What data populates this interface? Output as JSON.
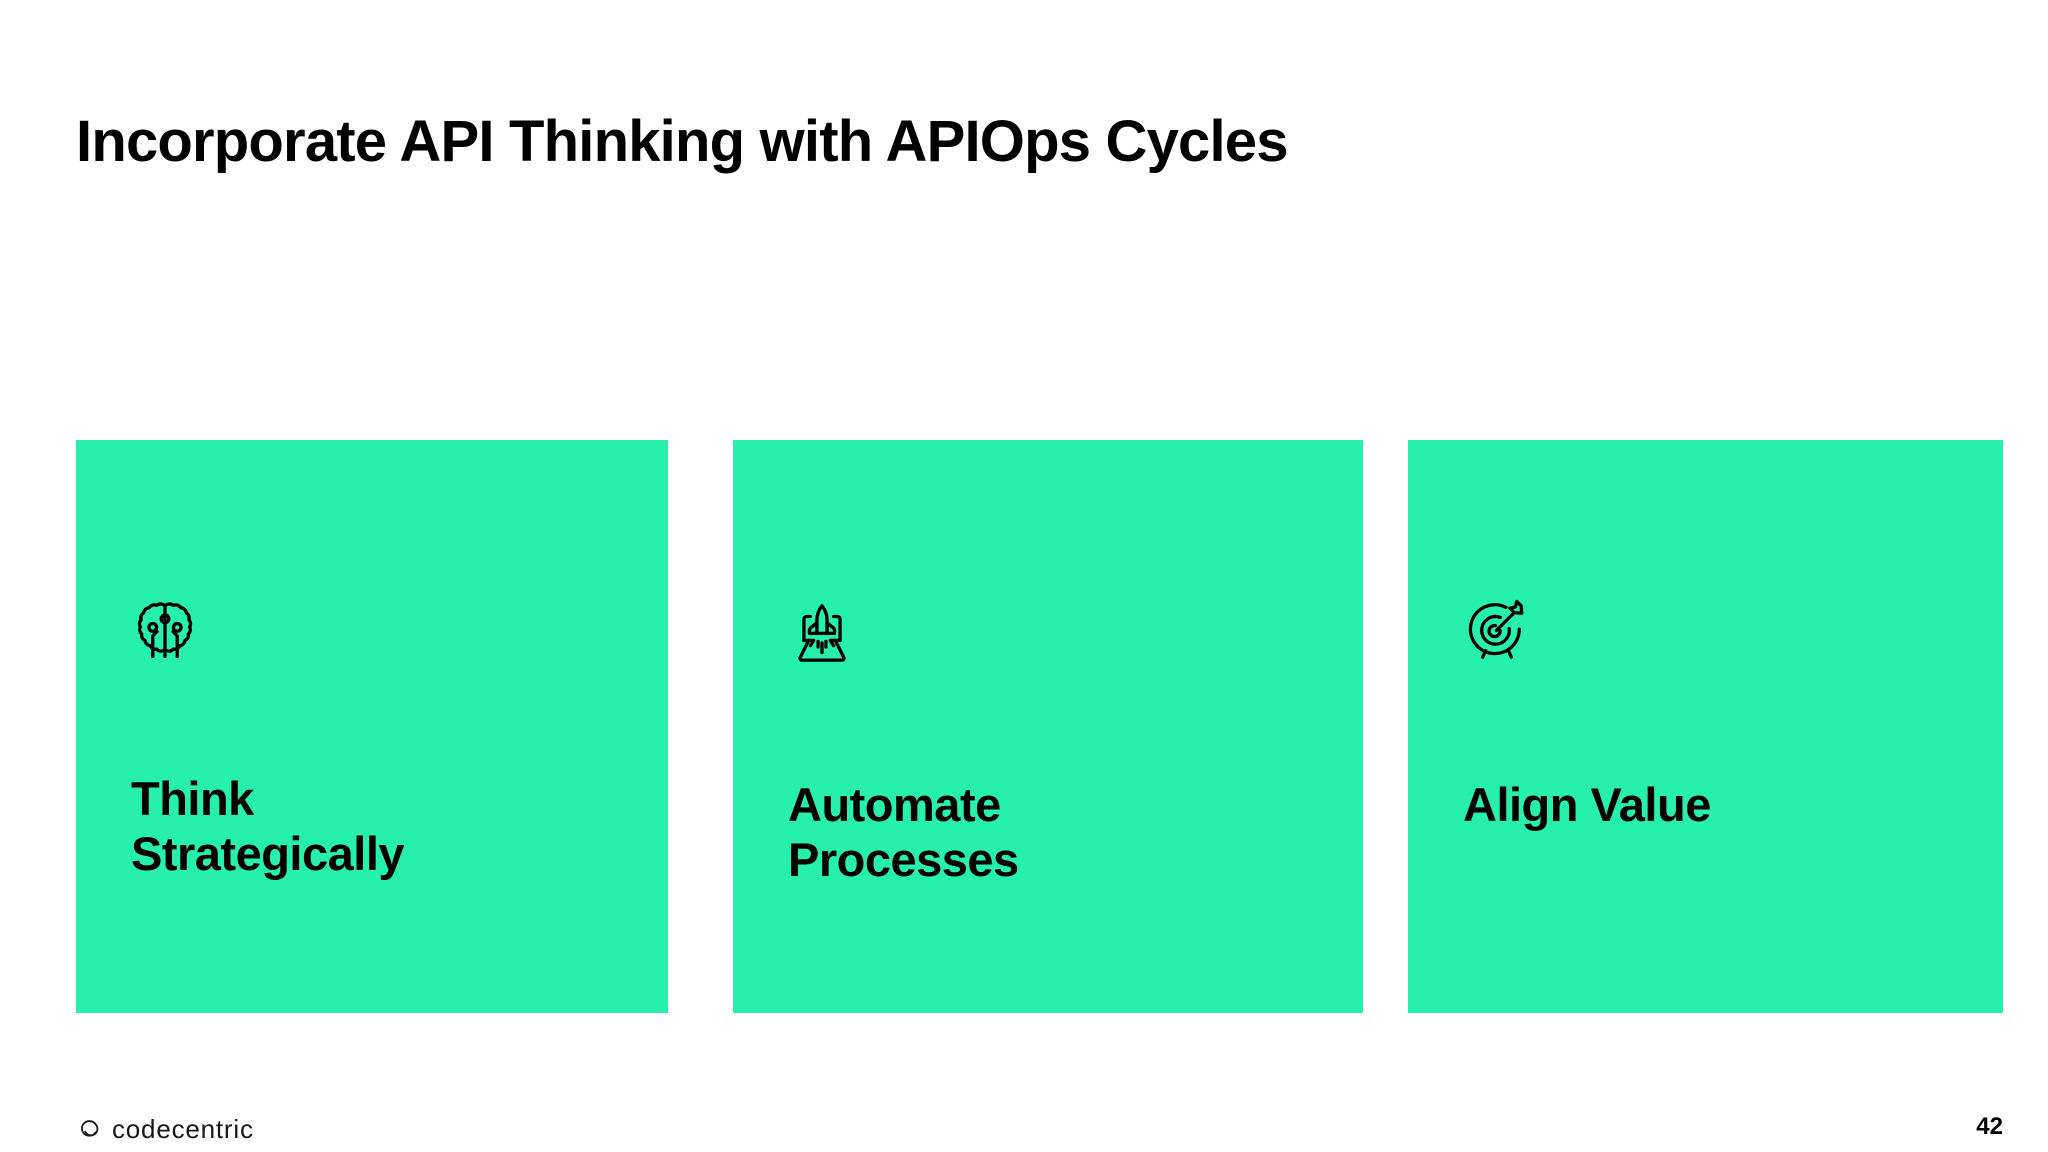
{
  "slide": {
    "title": "Incorporate API Thinking with APIOps Cycles",
    "background_color": "#ffffff",
    "accent_color": "#27efac",
    "text_color": "#000000"
  },
  "cards": [
    {
      "icon": "brain-circuit-icon",
      "heading": "Think\nStrategically",
      "heading_line_1": "Think",
      "heading_line_2": "Strategically"
    },
    {
      "icon": "rocket-launch-icon",
      "heading": "Automate\nProcesses",
      "heading_line_1": "Automate",
      "heading_line_2": "Processes"
    },
    {
      "icon": "target-arrow-icon",
      "heading": "Align Value",
      "heading_line_1": "Align Value",
      "heading_line_2": ""
    }
  ],
  "footer": {
    "logo_icon": "codecentric-swirl-icon",
    "logo_text": "codecentric",
    "page_number": "42"
  }
}
